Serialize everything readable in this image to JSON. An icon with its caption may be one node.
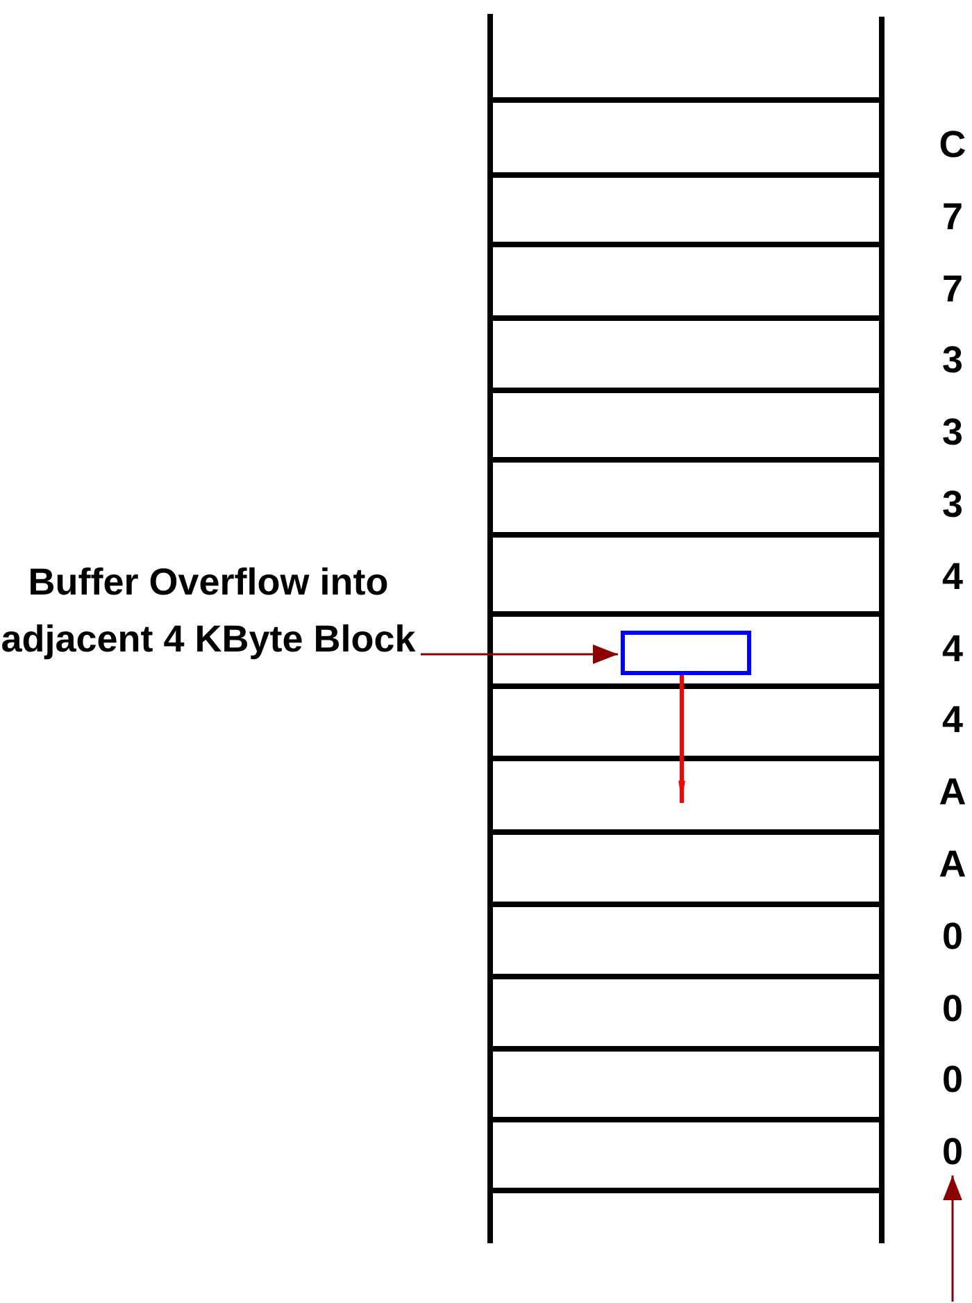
{
  "diagram": {
    "nodes": [
      {
        "text": [
          "Buffer Overflow into adjacent 4 KByte Block"
        ]
      },
      {
        "text": [],
        "shape": "box"
      },
      {
        "text": [
          "0"
        ]
      }
    ],
    "edges": [
      {
        "from": 0,
        "to": 1,
        "arrow": "to"
      },
      {
        "from": 1,
        "to": null,
        "arrow": "to",
        "style": "thick",
        "color": "#ff0000"
      },
      {
        "from": null,
        "to": 2,
        "arrow": "to"
      }
    ],
    "labels": [
      "C",
      "7",
      "7",
      "3",
      "3",
      "3",
      "4",
      "4",
      "4",
      "A",
      "A",
      "0",
      "0",
      "0"
    ]
  }
}
